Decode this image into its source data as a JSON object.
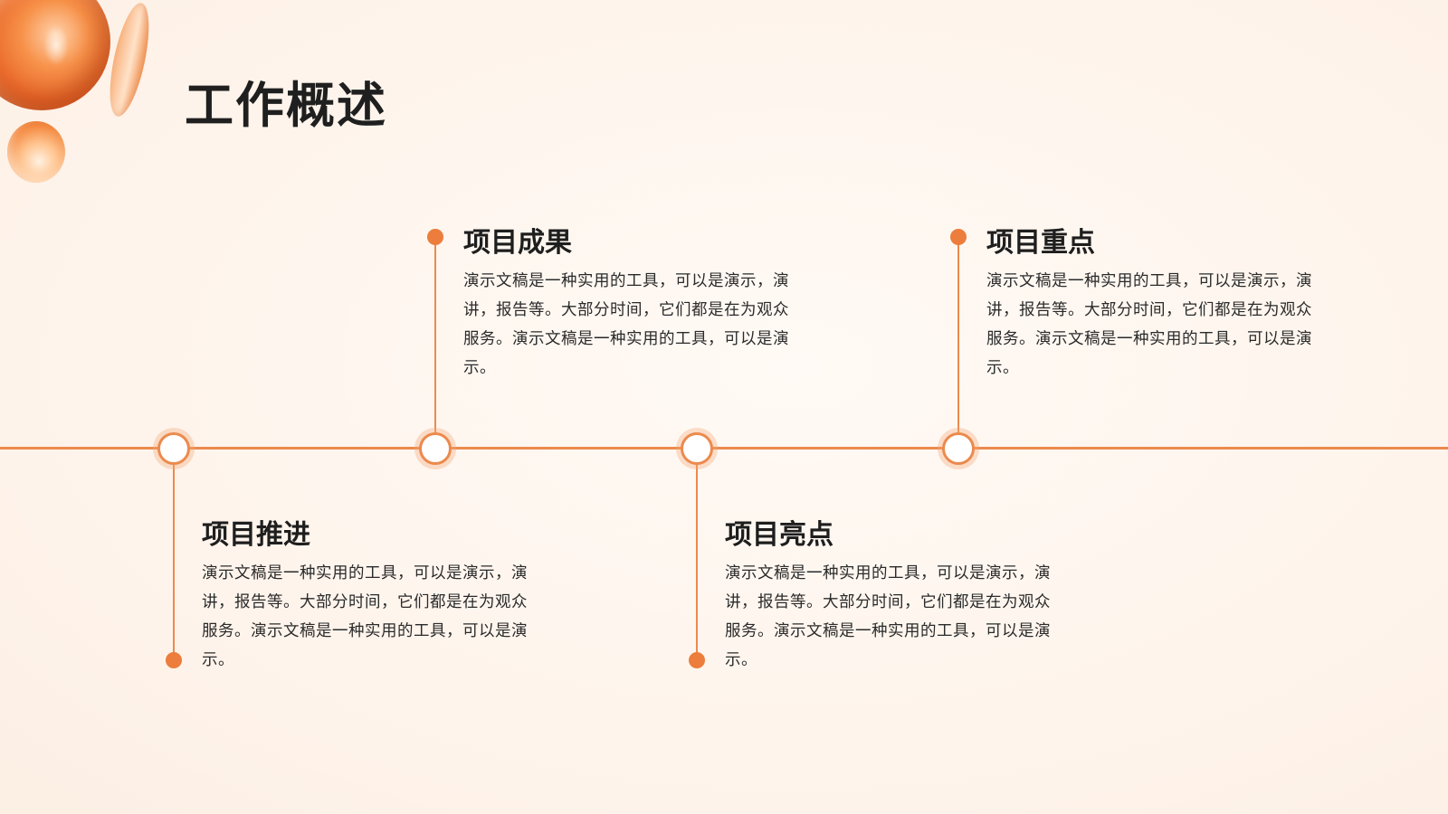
{
  "slide": {
    "title": "工作概述"
  },
  "items": [
    {
      "title": "项目推进",
      "body": "演示文稿是一种实用的工具，可以是演示，演讲，报告等。大部分时间，它们都是在为观众服务。演示文稿是一种实用的工具，可以是演示。"
    },
    {
      "title": "项目成果",
      "body": "演示文稿是一种实用的工具，可以是演示，演讲，报告等。大部分时间，它们都是在为观众服务。演示文稿是一种实用的工具，可以是演示。"
    },
    {
      "title": "项目亮点",
      "body": "演示文稿是一种实用的工具，可以是演示，演讲，报告等。大部分时间，它们都是在为观众服务。演示文稿是一种实用的工具，可以是演示。"
    },
    {
      "title": "项目重点",
      "body": "演示文稿是一种实用的工具，可以是演示，演讲，报告等。大部分时间，它们都是在为观众服务。演示文稿是一种实用的工具，可以是演示。"
    }
  ],
  "colors": {
    "accent": "#ec8a4d",
    "accent_dark": "#e9682a",
    "background": "#fef6ef",
    "text": "#1e1e1e"
  },
  "icons": [
    "sphere-decoration-icon",
    "pill-decoration-icon",
    "small-sphere-decoration-icon"
  ]
}
